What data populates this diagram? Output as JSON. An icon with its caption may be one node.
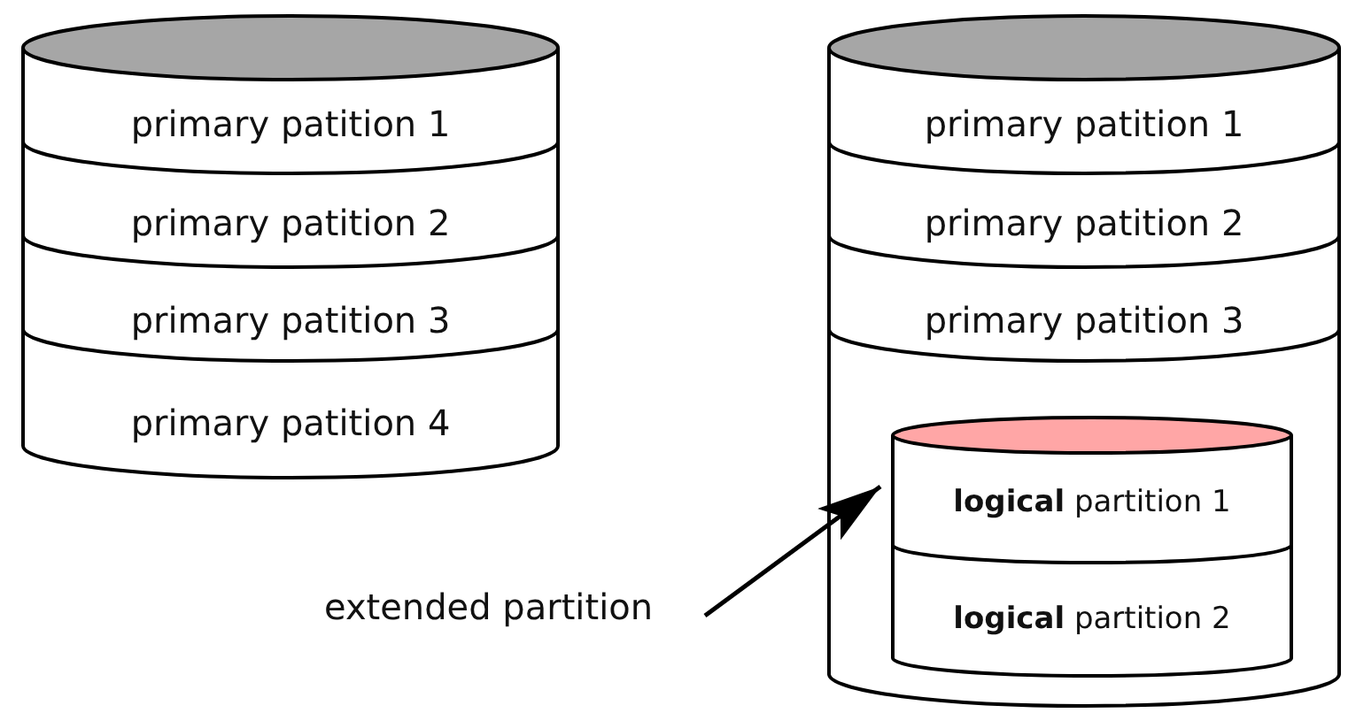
{
  "diagram": {
    "nodes": [
      {
        "text": [],
        "shape": "cylinder"
      },
      {
        "text": [
          "primary patition 1"
        ],
        "in": 0
      },
      {
        "text": [
          "primary patition 2"
        ],
        "in": 0
      },
      {
        "text": [
          "primary patition 3"
        ],
        "in": 0
      },
      {
        "text": [
          "primary patition 4"
        ],
        "in": 0
      },
      {
        "text": [],
        "shape": "cylinder"
      },
      {
        "text": [
          "primary patition 1"
        ],
        "in": 5
      },
      {
        "text": [
          "primary patition 2"
        ],
        "in": 5
      },
      {
        "text": [
          "primary patition 3"
        ],
        "in": 5
      },
      {
        "text": [],
        "shape": "cylinder",
        "in": 5
      },
      {
        "text": [
          "**logical** partition 1"
        ],
        "in": 9
      },
      {
        "text": [
          "**logical** partition 2"
        ],
        "in": 9
      },
      {
        "text": [
          "extended partition"
        ]
      }
    ],
    "edges": [
      {
        "from": 12,
        "to": 9,
        "arrow": "to"
      }
    ]
  }
}
